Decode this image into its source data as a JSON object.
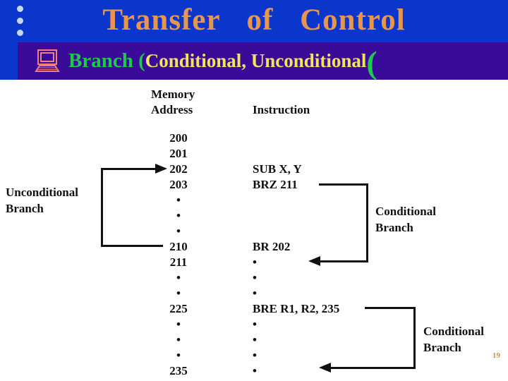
{
  "slide": {
    "title": "Transfer of Control",
    "subtitle": {
      "green_part": "Branch (",
      "yellow_part": "Conditional, Unconditional",
      "closing_paren": "("
    },
    "page_number": "19"
  },
  "diagram": {
    "headers": {
      "memory_line1": "Memory",
      "memory_line2": "Address",
      "instruction": "Instruction"
    },
    "rows": [
      {
        "address": "200",
        "instruction": ""
      },
      {
        "address": "201",
        "instruction": ""
      },
      {
        "address": "202",
        "instruction": "SUB X, Y"
      },
      {
        "address": "203",
        "instruction": "BRZ 211"
      },
      {
        "address": "•",
        "instruction": ""
      },
      {
        "address": "•",
        "instruction": ""
      },
      {
        "address": "•",
        "instruction": ""
      },
      {
        "address": "210",
        "instruction": "BR 202"
      },
      {
        "address": "211",
        "instruction": "•"
      },
      {
        "address": "•",
        "instruction": "•"
      },
      {
        "address": "•",
        "instruction": "•"
      },
      {
        "address": "225",
        "instruction": "BRE R1, R2, 235"
      },
      {
        "address": "•",
        "instruction": "•"
      },
      {
        "address": "•",
        "instruction": "•"
      },
      {
        "address": "•",
        "instruction": "•"
      },
      {
        "address": "235",
        "instruction": "•"
      }
    ],
    "labels": {
      "unconditional": {
        "line1": "Unconditional",
        "line2": "Branch"
      },
      "conditional1": {
        "line1": "Conditional",
        "line2": "Branch"
      },
      "conditional2": {
        "line1": "Conditional",
        "line2": "Branch"
      }
    }
  },
  "icons": {
    "computer": "computer-icon"
  },
  "colors": {
    "header_blue": "#0a36cc",
    "bar_purple": "#3a0a99",
    "title_orange": "#e8954f",
    "branch_green": "#1fc94d",
    "detail_yellow": "#f2e45c",
    "icon_salmon": "#f08080",
    "page_number_tan": "#c79556",
    "diagram_ink": "#111111"
  }
}
